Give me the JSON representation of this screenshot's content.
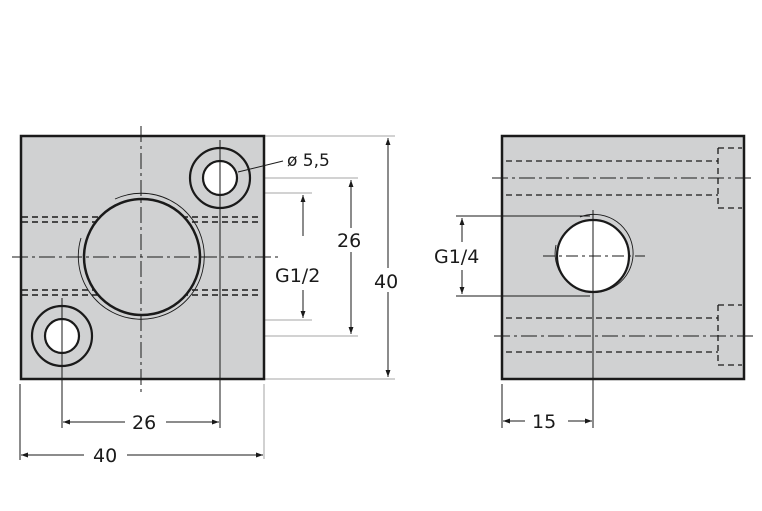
{
  "drawing": {
    "colors": {
      "body_fill": "#d0d1d2",
      "outline": "#1a1a1a",
      "extension_line": "#b8b8b8",
      "background": "#ffffff"
    },
    "front_view": {
      "labels": {
        "hole_diameter": "ø 5,5",
        "port_thread": "G1/2",
        "hole_spacing_vertical": "26",
        "height": "40",
        "hole_spacing_horizontal": "26",
        "width": "40"
      }
    },
    "side_view": {
      "labels": {
        "port_thread": "G1/4",
        "port_offset": "15"
      }
    }
  }
}
